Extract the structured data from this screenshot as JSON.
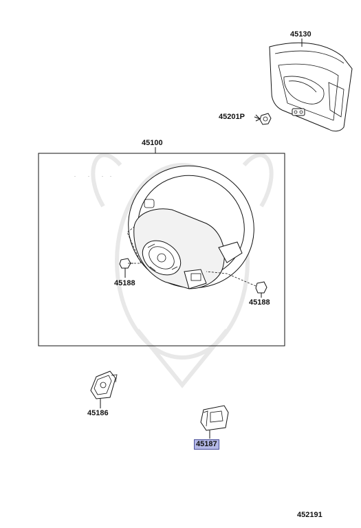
{
  "parts": {
    "airbag": "45130",
    "bolt": "45201P",
    "wheel_assy": "45100",
    "screw_left": "45188",
    "screw_right": "45188",
    "cover_left": "45186",
    "cover_right": "45187"
  },
  "diagram_id": "452191",
  "highlight_color": "#b4b8e6"
}
